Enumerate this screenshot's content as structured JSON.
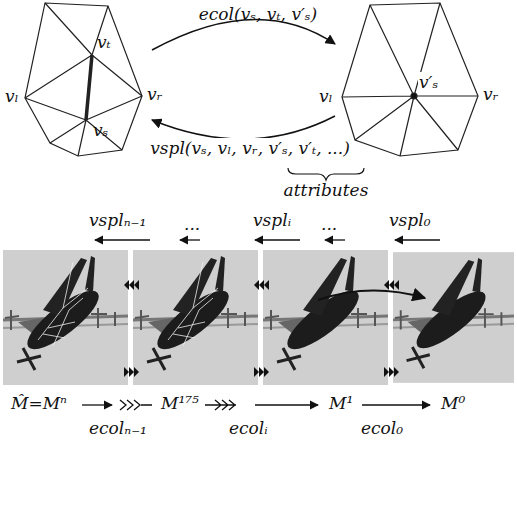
{
  "diagram": {
    "labels": [
      "ecol(vₛ, vₜ, v′ₛ)",
      "vspl(vₛ, vₗ, vᵣ, v′ₛ, v′ₜ, ...)",
      "attributes",
      "vₜ",
      "vₗ",
      "vₛ",
      "vᵣ",
      "vₗ",
      "v′ₛ",
      "vᵣ",
      "vsplₙ₋₁",
      "...",
      "vsplᵢ",
      "...",
      "vspl₀",
      "M̂=Mⁿ",
      "M¹⁷⁵",
      "M¹",
      "M⁰",
      "ecolₙ₋₁",
      "ecolᵢ",
      "ecol₀"
    ]
  }
}
